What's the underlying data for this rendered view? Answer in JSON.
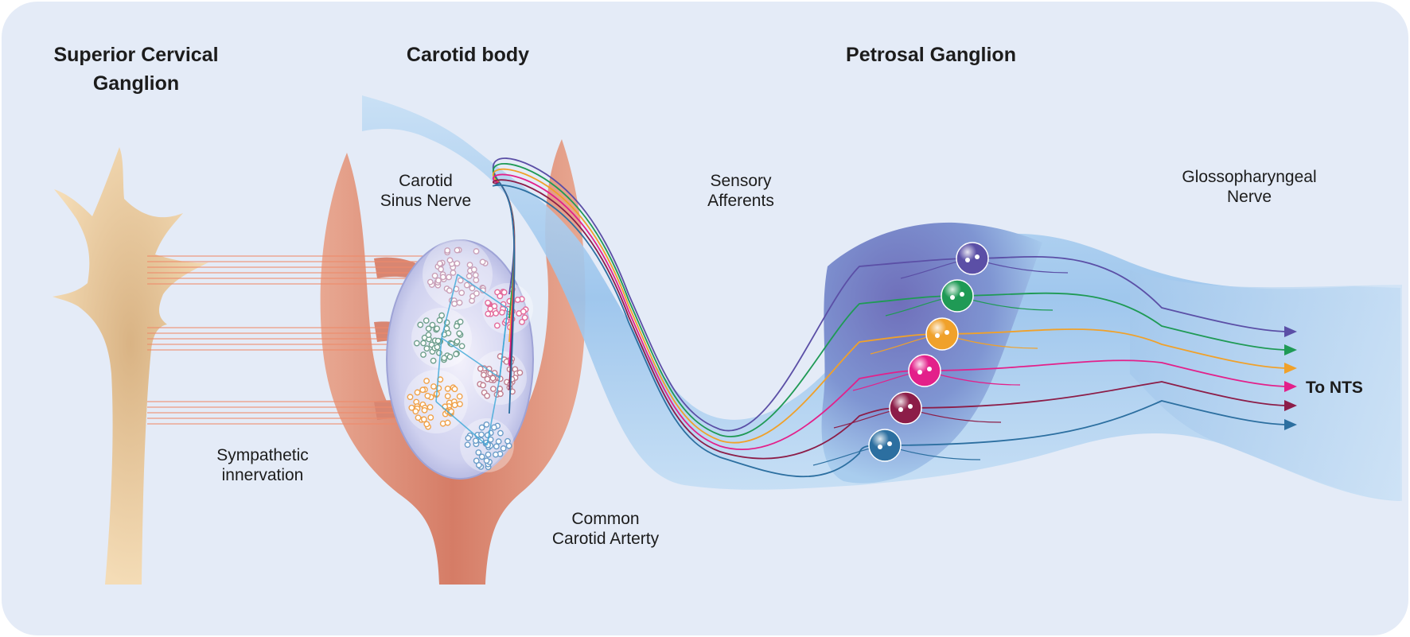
{
  "headings": {
    "scg_line1": "Superior Cervical",
    "scg_line2": "Ganglion",
    "carotid_body": "Carotid body",
    "petrosal": "Petrosal Ganglion"
  },
  "labels": {
    "csn_line1": "Carotid",
    "csn_line2": "Sinus Nerve",
    "afferents_line1": "Sensory",
    "afferents_line2": "Afferents",
    "gloss_line1": "Glossopharyngeal",
    "gloss_line2": "Nerve",
    "symp_line1": "Sympathetic",
    "symp_line2": "innervation",
    "cca_line1": "Common",
    "cca_line2": "Carotid Arterty",
    "to_nts": "To NTS"
  },
  "colors": {
    "background": "#e4ebf7",
    "neuron": "#f2d4a8",
    "artery": "#d98a74",
    "nerve": "#a9cdee",
    "ganglion": "#7f86c8",
    "capsule": "#c7cdee"
  },
  "fiber_colors": [
    "#5b4fa6",
    "#1f9a55",
    "#f0a12a",
    "#e3208a",
    "#8c1d48",
    "#2c6fa0"
  ],
  "cell_cluster_colors": [
    "#c9a0b8",
    "#e36a9a",
    "#6e9f8c",
    "#c07f90",
    "#f0a24a",
    "#6a9cc8"
  ]
}
